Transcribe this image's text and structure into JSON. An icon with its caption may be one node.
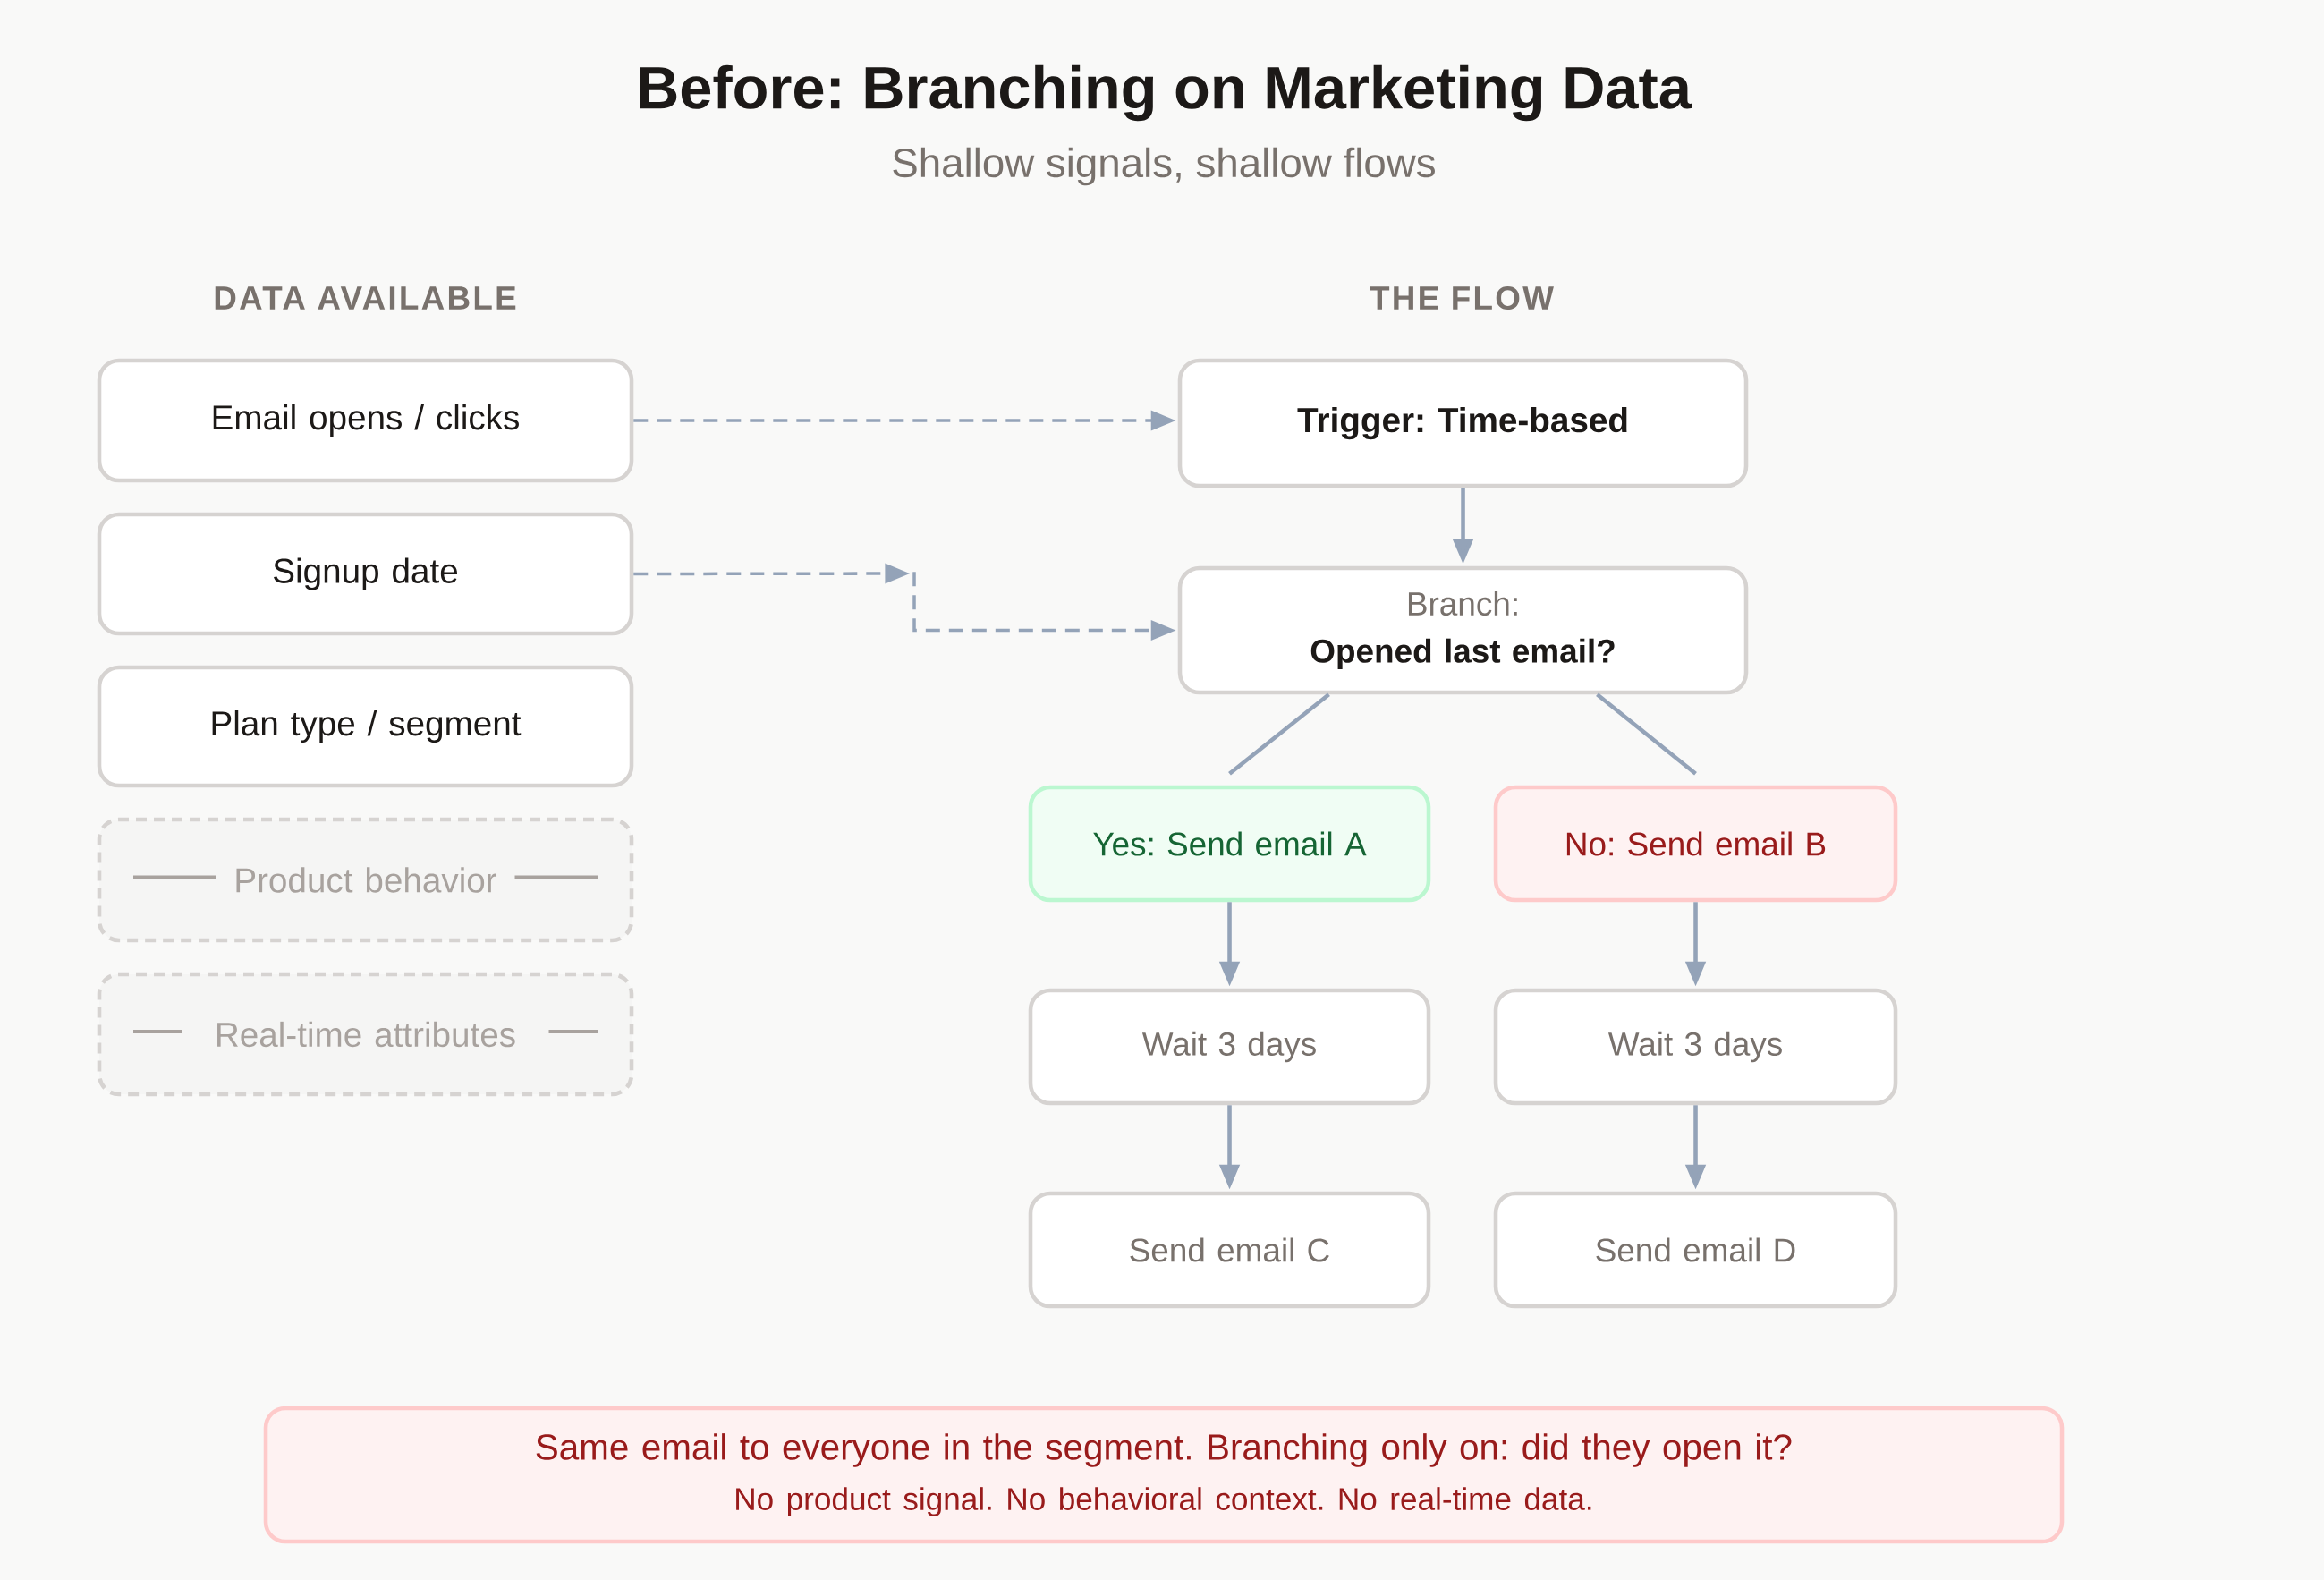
{
  "diagram": {
    "title": "Before: Branching on Marketing Data",
    "nodes": [
      {
        "text": [
          "Email opens / clicks"
        ]
      },
      {
        "text": [
          "Signup date"
        ]
      },
      {
        "text": [
          "Plan type / segment"
        ]
      },
      {
        "text": [
          "Product behavior"
        ]
      },
      {
        "text": [
          "Real-time attributes"
        ]
      },
      {
        "text": [
          "Trigger: Time-based"
        ]
      },
      {
        "text": [
          "Branch:",
          "Opened last email?"
        ]
      },
      {
        "text": [
          "Yes: Send email A"
        ]
      },
      {
        "text": [
          "No: Send email B"
        ]
      },
      {
        "text": [
          "Wait 3 days"
        ]
      },
      {
        "text": [
          "Wait 3 days"
        ]
      },
      {
        "text": [
          "Send email C"
        ]
      },
      {
        "text": [
          "Send email D"
        ]
      },
      {
        "text": [
          "Same email to everyone in the segment. Branching only on: did they open it?",
          "No product signal. No behavioral context. No real-time data."
        ]
      }
    ],
    "edges": [
      {
        "from": 0,
        "to": 5,
        "arrow": "to",
        "style": "dashed"
      },
      {
        "from": 1,
        "to": 6,
        "arrow": "to",
        "style": "dashed"
      },
      {
        "from": 5,
        "to": 6,
        "arrow": "to"
      },
      {
        "from": 6,
        "to": 7,
        "arrow": "none"
      },
      {
        "from": 6,
        "to": 8,
        "arrow": "none"
      },
      {
        "from": 7,
        "to": 9,
        "arrow": "to"
      },
      {
        "from": 8,
        "to": 10,
        "arrow": "to"
      },
      {
        "from": 9,
        "to": 11,
        "arrow": "to"
      },
      {
        "from": 10,
        "to": 12,
        "arrow": "to"
      }
    ],
    "labels": [
      "Shallow signals, shallow flows",
      "DATA AVAILABLE",
      "THE FLOW"
    ]
  }
}
